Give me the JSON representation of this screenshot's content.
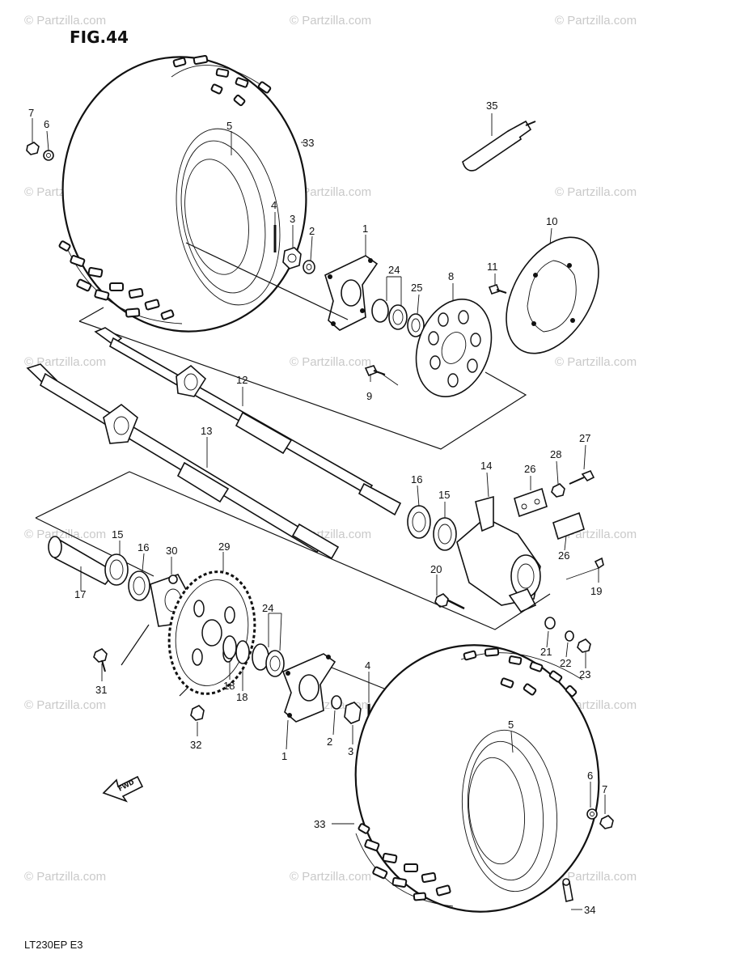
{
  "figure": {
    "title": "FIG.44",
    "model_code": "LT230EP  E3"
  },
  "watermark": "© Partzilla.com",
  "fwd_label": "FWD",
  "callouts": {
    "c1": "1",
    "c2": "2",
    "c3": "3",
    "c4": "4",
    "c5": "5",
    "c6": "6",
    "c7": "7",
    "c8": "8",
    "c9": "9",
    "c10": "10",
    "c11": "11",
    "c12": "12",
    "c13": "13",
    "c14": "14",
    "c15": "15",
    "c16": "16",
    "c17": "17",
    "c18": "18",
    "c19": "19",
    "c20": "20",
    "c21": "21",
    "c22": "22",
    "c23": "23",
    "c24": "24",
    "c25": "25",
    "c26": "26",
    "c27": "27",
    "c28": "28",
    "c29": "29",
    "c30": "30",
    "c31": "31",
    "c32": "32",
    "c33": "33",
    "c34": "34",
    "c35": "35"
  }
}
